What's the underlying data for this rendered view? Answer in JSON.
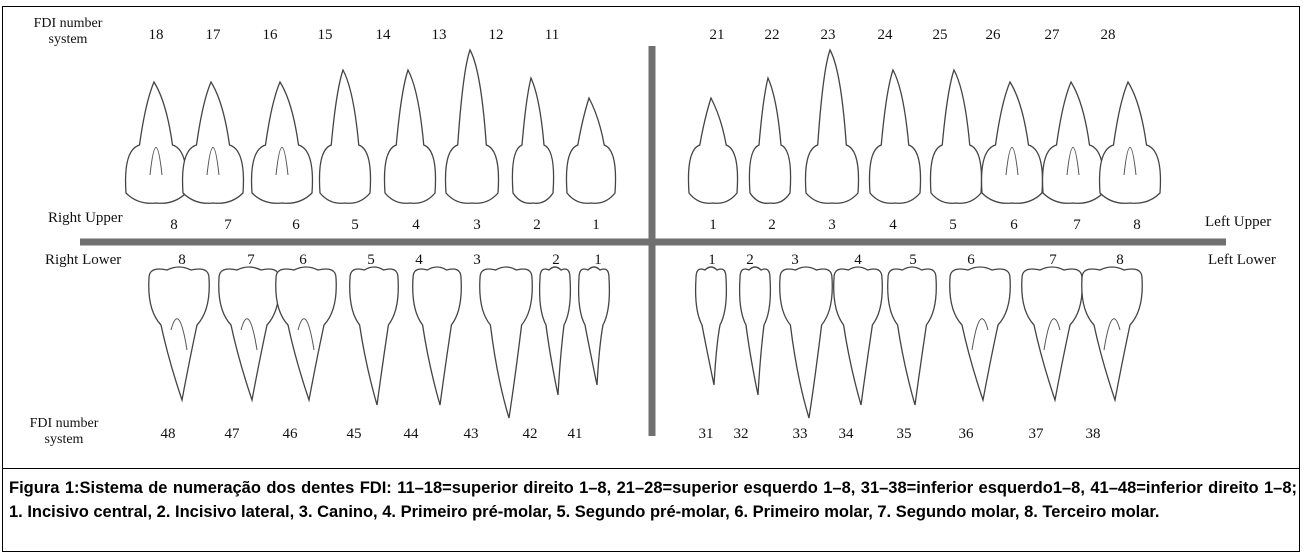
{
  "labels": {
    "fdi_system_top": "FDI number system",
    "fdi_system_bottom": "FDI number system",
    "right_upper": "Right Upper",
    "left_upper": "Left Upper",
    "right_lower": "Right Lower",
    "left_lower": "Left Lower"
  },
  "fdi_upper_right": [
    "18",
    "17",
    "16",
    "15",
    "14",
    "13",
    "12",
    "11"
  ],
  "fdi_upper_left": [
    "21",
    "22",
    "23",
    "24",
    "25",
    "26",
    "27",
    "28"
  ],
  "fdi_lower_right": [
    "48",
    "47",
    "46",
    "45",
    "44",
    "43",
    "42",
    "41"
  ],
  "fdi_lower_left": [
    "31",
    "32",
    "33",
    "34",
    "35",
    "36",
    "37",
    "38"
  ],
  "tooth_numbers_upper_right": [
    "8",
    "7",
    "6",
    "5",
    "4",
    "3",
    "2",
    "1"
  ],
  "tooth_numbers_upper_left": [
    "1",
    "2",
    "3",
    "4",
    "5",
    "6",
    "7",
    "8"
  ],
  "tooth_numbers_lower_right": [
    "8",
    "7",
    "6",
    "5",
    "4",
    "3",
    "2",
    "1"
  ],
  "tooth_numbers_lower_left": [
    "1",
    "2",
    "3",
    "4",
    "5",
    "6",
    "7",
    "8"
  ],
  "caption": "Figura 1:Sistema de numeração dos dentes FDI: 11–18=superior direito 1–8, 21–28=superior esquerdo 1–8, 31–38=inferior esquerdo1–8, 41–48=inferior direito 1–8; 1. Incisivo central, 2. Incisivo lateral, 3. Canino, 4. Primeiro pré-molar, 5. Segundo pré-molar, 6. Primeiro molar, 7. Segundo molar, 8. Terceiro molar.",
  "colors": {
    "axis": "#707070",
    "outline": "#444444",
    "text": "#111111"
  }
}
